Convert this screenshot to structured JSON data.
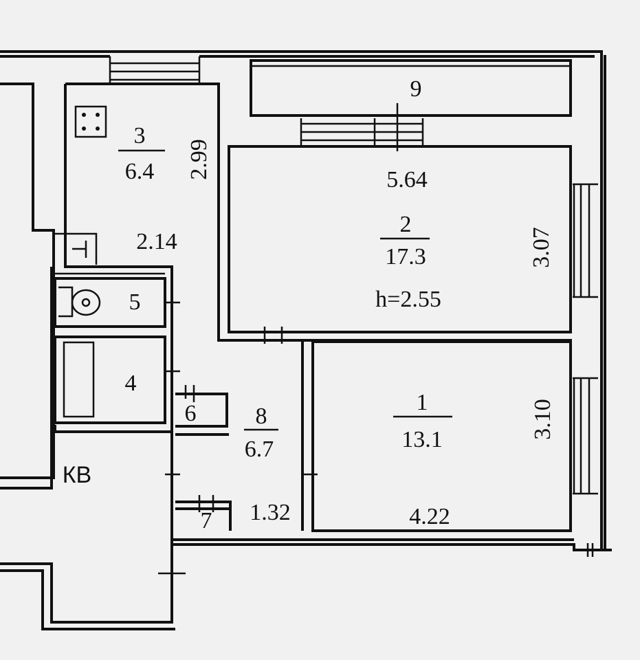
{
  "rooms": {
    "balcony": {
      "number": "9"
    },
    "kitchen": {
      "number": "3",
      "area": "6.4",
      "width": "2.99",
      "length": "2.14"
    },
    "living_room": {
      "number": "2",
      "area": "17.3",
      "length": "5.64",
      "width": "3.07",
      "height": "h=2.55"
    },
    "bedroom": {
      "number": "1",
      "area": "13.1",
      "width": "3.10",
      "length": "4.22"
    },
    "toilet": {
      "number": "5"
    },
    "bathroom": {
      "number": "4"
    },
    "closet_6": {
      "number": "6"
    },
    "closet_7": {
      "number": "7"
    },
    "hall": {
      "number": "8",
      "area": "6.7",
      "width": "1.32"
    }
  },
  "corridor_label": "КВ"
}
